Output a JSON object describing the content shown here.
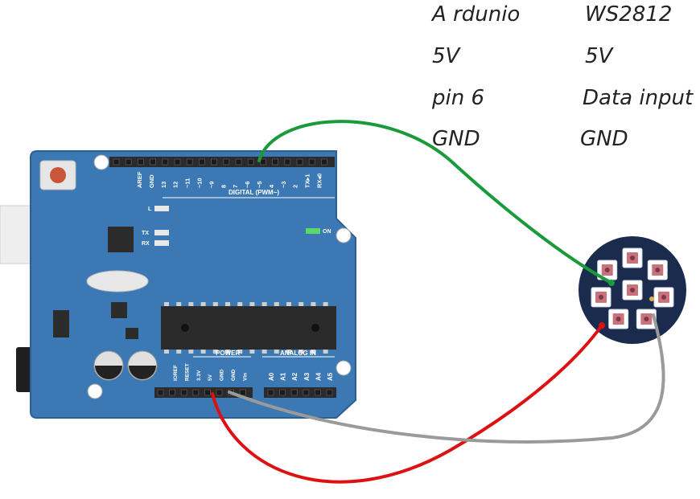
{
  "table": {
    "header": [
      "A rdunio",
      "WS2812"
    ],
    "rows": [
      [
        "5V",
        "5V"
      ],
      [
        "pin 6",
        "Data input"
      ],
      [
        "GND",
        "GND"
      ]
    ]
  },
  "board": {
    "digital_label": "DIGITAL (PWM~)",
    "digital_pins": [
      "AREF",
      "GND",
      "13",
      "12",
      "~11",
      "~10",
      "~9",
      "8",
      "7",
      "~6",
      "~5",
      "4",
      "~3",
      "2",
      "TX▸1",
      "RX◂0"
    ],
    "power_label": "POWER",
    "analog_label": "ANALOG IN",
    "power_pins": [
      "IOREF",
      "RESET",
      "3.3V",
      "5V",
      "GND",
      "GND",
      "Vin"
    ],
    "analog_pins": [
      "A0",
      "A1",
      "A2",
      "A3",
      "A4",
      "A5"
    ],
    "led_labels": [
      "L",
      "TX",
      "RX"
    ],
    "on_label": "ON"
  },
  "colors": {
    "board": "#3b78b4",
    "board_edge": "#2c5f93",
    "wire_data": "#1a9a3a",
    "wire_5v": "#dd1111",
    "wire_gnd": "#9a9a9a",
    "ring": "#1a2b4e",
    "led": "#ffffff"
  }
}
